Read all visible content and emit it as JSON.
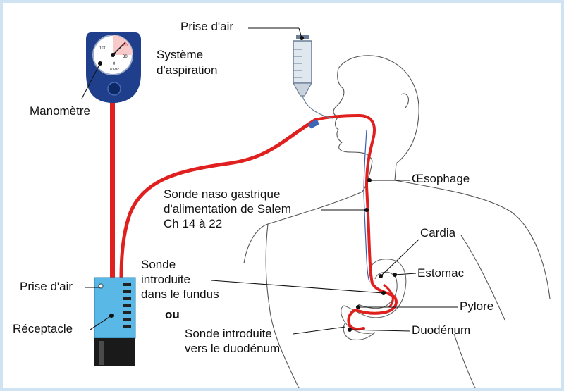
{
  "labels": {
    "prise_air_top": "Prise d'air",
    "systeme_line1": "Système",
    "systeme_line2": "d'aspiration",
    "manometre": "Manomètre",
    "oesophage": "Œsophage",
    "sonde_salem_line1": "Sonde naso gastrique",
    "sonde_salem_line2": "d'alimentation de Salem",
    "sonde_salem_line3": "Ch 14 à 22",
    "cardia": "Cardia",
    "estomac": "Estomac",
    "sonde_fundus_line1": "Sonde",
    "sonde_fundus_line2": "introduite",
    "sonde_fundus_line3": "dans le fundus",
    "ou": "ou",
    "pylore": "Pylore",
    "prise_air_left": "Prise d'air",
    "receptacle": "Réceptacle",
    "duodenum": "Duodénum",
    "sonde_duo_line1": "Sonde introduite",
    "sonde_duo_line2": "vers le duodénum"
  },
  "gauge_ticks": {
    "t100": "100",
    "t20": "-20",
    "t30": "30",
    "t0": "0",
    "brand": "o'iVac"
  },
  "colors": {
    "background": "#cfe3f2",
    "tube": "#e0201f",
    "device_body": "#1f3f8c",
    "receptacle": "#5ab8e6",
    "leader": "#111111"
  }
}
